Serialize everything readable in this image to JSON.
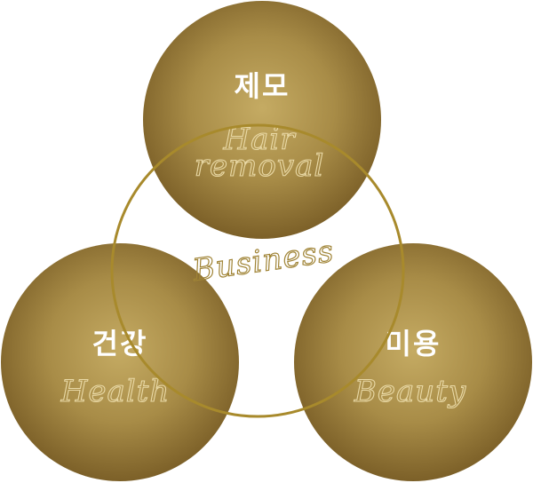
{
  "colors": {
    "circle_light": "#c5ab63",
    "circle_mid": "#a88c47",
    "circle_dark": "#7c6028",
    "ring": "#a88a2c",
    "korean_text": "#ffffff",
    "english_text": "#e9d9a6",
    "center_text": "#a08436"
  },
  "center": {
    "label": "Business"
  },
  "nodes": [
    {
      "id": "hair-removal",
      "title_ko": "제모",
      "title_en_lines": [
        "Hair",
        "removal"
      ]
    },
    {
      "id": "health",
      "title_ko": "건강",
      "title_en_lines": [
        "Health"
      ]
    },
    {
      "id": "beauty",
      "title_ko": "미용",
      "title_en_lines": [
        "Beauty"
      ]
    }
  ]
}
